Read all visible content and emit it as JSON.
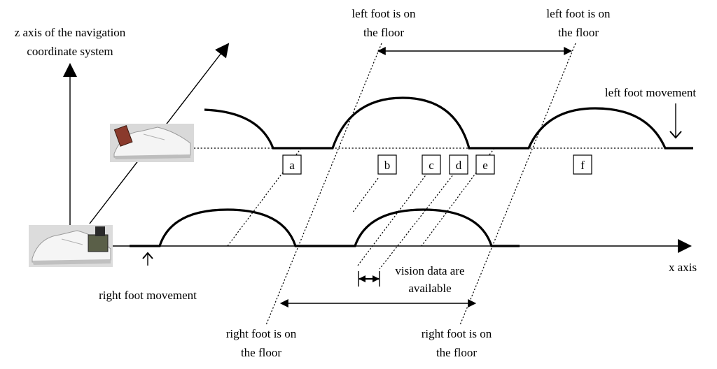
{
  "labels": {
    "z_axis_line1": "z axis of the navigation",
    "z_axis_line2": "coordinate system",
    "x_axis": "x axis",
    "left_floor_1_line1": "left foot is on",
    "left_floor_1_line2": "the floor",
    "left_floor_2_line1": "left foot is on",
    "left_floor_2_line2": "the floor",
    "left_movement": "left foot movement",
    "right_movement": "right foot movement",
    "right_floor_1_line1": "right foot is on",
    "right_floor_1_line2": "the floor",
    "right_floor_2_line1": "right foot is on",
    "right_floor_2_line2": "the floor",
    "vision_line1": "vision data are",
    "vision_line2": "available"
  },
  "markers": [
    "a",
    "b",
    "c",
    "d",
    "e",
    "f"
  ],
  "images": {
    "left_shoe": "photo of left shoe with sensor (upper track)",
    "right_shoe": "photo of right shoe with sensor (lower track)"
  }
}
